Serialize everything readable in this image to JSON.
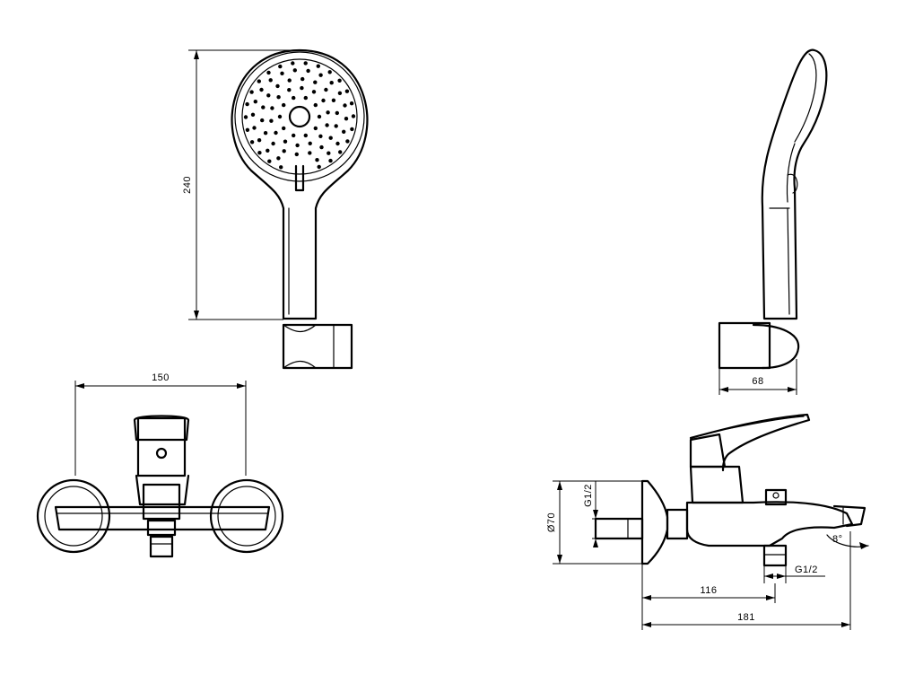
{
  "dimensions": {
    "handshower_height": "240",
    "handshower_depth": "68",
    "mixer_width": "150",
    "flange_diameter": "Ø70",
    "inlet_thread": "G1/2",
    "outlet_thread": "G1/2",
    "outlet_distance": "116",
    "overall_projection": "181",
    "tilt_angle": "8°"
  }
}
